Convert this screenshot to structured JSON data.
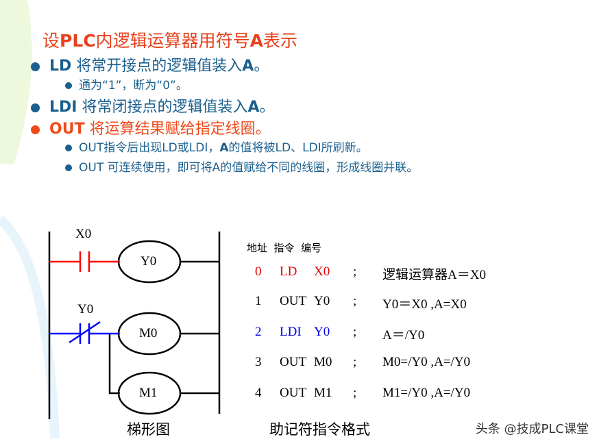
{
  "title": {
    "pre": "设",
    "plc": "PLC",
    "mid": "内逻辑运算器用符号",
    "a": "A",
    "post": "表示"
  },
  "bullets": [
    {
      "key": "LD",
      "text": " 将常开接点的逻辑值装入",
      "a": "A",
      "end": "。"
    },
    {
      "sub": "通为“1”，断为“0”。"
    },
    {
      "key": "LDI",
      "text": " 将常闭接点的逻辑值装入",
      "a": "A",
      "end": "。"
    },
    {
      "key": "OUT",
      "text": " 将运算结果赋给指定线圈。"
    },
    {
      "sub_a": "OUT指令后出现LD或LDI，",
      "sub_a_bold": "A",
      "sub_a_end": "的值将被LD、LDI所刷新。"
    },
    {
      "sub": "OUT 可连续使用，即可将A的值赋给不同的线圈，形成线圈并联。"
    }
  ],
  "ladder": {
    "contact1": "X0",
    "coil1": "Y0",
    "contact2": "Y0",
    "coil2": "M0",
    "coil3": "M1",
    "caption": "梯形图"
  },
  "colors": {
    "rung1": "#ff0000",
    "rung2": "#0000ff"
  },
  "table": {
    "header": "地址  指令  编号",
    "rows": [
      {
        "addr": "0",
        "instr": "LD",
        "op": "X0",
        "sep": ";",
        "comment": "逻辑运算器A＝X0",
        "color": "#e00000"
      },
      {
        "addr": "1",
        "instr": "OUT",
        "op": "Y0",
        "sep": ";",
        "comment": "Y0＝X0 ,A=X0",
        "color": "#000000"
      },
      {
        "addr": "2",
        "instr": "LDI",
        "op": "Y0",
        "sep": ";",
        "comment": "A＝/Y0",
        "color": "#0000e0"
      },
      {
        "addr": "3",
        "instr": "OUT",
        "op": "M0",
        "sep": ";",
        "comment": "M0=/Y0 ,A=/Y0",
        "color": "#000000"
      },
      {
        "addr": "4",
        "instr": "OUT",
        "op": "M1",
        "sep": ";",
        "comment": "M1=/Y0 ,A=/Y0",
        "color": "#000000"
      }
    ],
    "caption": "助记符指令格式"
  },
  "watermark": "头条 @技成PLC课堂"
}
